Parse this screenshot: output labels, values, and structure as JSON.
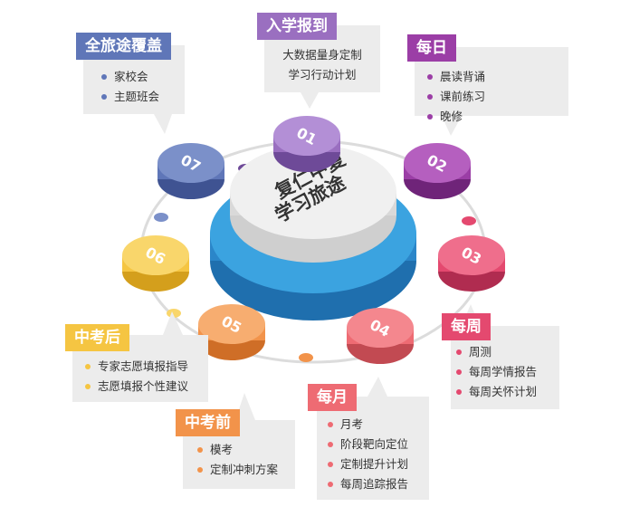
{
  "center": {
    "line1": "复仁中复",
    "line2": "学习旅途"
  },
  "nodes": [
    {
      "label": "01",
      "color": "#9a6fc0",
      "dark": "#6e4a98",
      "top": "#b38fd6"
    },
    {
      "label": "02",
      "color": "#9b3ea6",
      "dark": "#6f2479",
      "top": "#b55fbf"
    },
    {
      "label": "03",
      "color": "#e4496f",
      "dark": "#b02c50",
      "top": "#ef6e8c"
    },
    {
      "label": "04",
      "color": "#ee6b73",
      "dark": "#c24a52",
      "top": "#f4878e"
    },
    {
      "label": "05",
      "color": "#f2934a",
      "dark": "#cf6e27",
      "top": "#f7ad70"
    },
    {
      "label": "06",
      "color": "#f5c542",
      "dark": "#d49f1c",
      "top": "#f9d66b"
    },
    {
      "label": "07",
      "color": "#5f76b8",
      "dark": "#3f5392",
      "top": "#7b90c9"
    }
  ],
  "callouts": {
    "enroll": {
      "title": "入学报到",
      "desc_line1": "大数据量身定制",
      "desc_line2": "学习行动计划",
      "color": "#9a6fc0"
    },
    "daily": {
      "title": "每日",
      "items": [
        "晨读背诵",
        "课前练习",
        "晚修"
      ],
      "color": "#9b3ea6"
    },
    "weekly": {
      "title": "每周",
      "items": [
        "周测",
        "每周学情报告",
        "每周关怀计划"
      ],
      "color": "#e4496f"
    },
    "monthly": {
      "title": "每月",
      "items": [
        "月考",
        "阶段靶向定位",
        "定制提升计划",
        "每周追踪报告"
      ],
      "color": "#ee6b73"
    },
    "before_exam": {
      "title": "中考前",
      "items": [
        "模考",
        "定制冲刺方案"
      ],
      "color": "#f2934a"
    },
    "after_exam": {
      "title": "中考后",
      "items": [
        "专家志愿填报指导",
        "志愿填报个性建议"
      ],
      "color": "#f5c542"
    },
    "full_journey": {
      "title": "全旅途覆盖",
      "items": [
        "家校会",
        "主题班会"
      ],
      "color": "#5f76b8"
    }
  },
  "connector_dots": [
    {
      "color": "#6e4a98"
    },
    {
      "color": "#9b3ea6"
    },
    {
      "color": "#e4496f"
    },
    {
      "color": "#f2934a"
    },
    {
      "color": "#f9d66b"
    },
    {
      "color": "#7b90c9"
    }
  ]
}
